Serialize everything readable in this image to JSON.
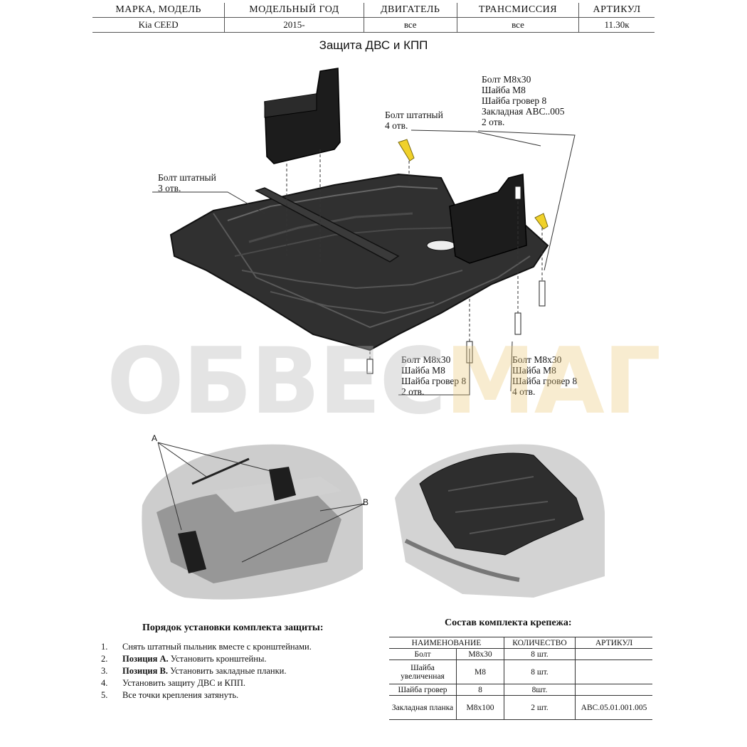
{
  "header": {
    "columns": [
      "МАРКА, МОДЕЛЬ",
      "МОДЕЛЬНЫЙ ГОД",
      "ДВИГАТЕЛЬ",
      "ТРАНСМИССИЯ",
      "АРТИКУЛ"
    ],
    "values": [
      "Kia CEED",
      "2015-",
      "все",
      "все",
      "11.30к"
    ]
  },
  "title": "Защита ДВС и КПП",
  "callouts": {
    "top_right": [
      "Болт М8х30",
      "Шайба М8",
      "Шайба гровер 8",
      "Закладная АВС..005",
      "2 отв."
    ],
    "top_mid": [
      "Болт штатный",
      "4 отв."
    ],
    "left": [
      "Болт штатный",
      "3 отв."
    ],
    "bottom_mid": [
      "Болт М8х30",
      "Шайба М8",
      "Шайба гровер 8",
      "2 отв."
    ],
    "bottom_right": [
      "Болт М8х30",
      "Шайба М8",
      "Шайба гровер 8",
      "4 отв."
    ]
  },
  "watermark": {
    "part1": "ОБВЕС",
    "part2": "МАГ"
  },
  "photo_labels": {
    "a": "A",
    "b": "B"
  },
  "procedure": {
    "title": "Порядок установки комплекта защиты:",
    "steps": [
      {
        "num": "1.",
        "bold": "",
        "text": "Снять штатный пыльник вместе с кронштейнами."
      },
      {
        "num": "2.",
        "bold": "Позиция А.",
        "text": " Установить кронштейны."
      },
      {
        "num": "3.",
        "bold": "Позиция В.",
        "text": " Установить закладные планки."
      },
      {
        "num": "4.",
        "bold": "",
        "text": "Установить защиту ДВС и КПП."
      },
      {
        "num": "5.",
        "bold": "",
        "text": "Все точки крепления затянуть."
      }
    ]
  },
  "kit": {
    "title": "Состав комплекта крепежа:",
    "headers": [
      "НАИМЕНОВАНИЕ",
      "КОЛИЧЕСТВО",
      "АРТИКУЛ"
    ],
    "rows": [
      {
        "name": "Болт",
        "size": "М8х30",
        "qty": "8 шт.",
        "art": ""
      },
      {
        "name": "Шайба увеличенная",
        "size": "М8",
        "qty": "8 шт.",
        "art": ""
      },
      {
        "name": "Шайба гровер",
        "size": "8",
        "qty": "8шт.",
        "art": ""
      },
      {
        "name": "Закладная планка",
        "size": "М8х100",
        "qty": "2 шт.",
        "art": "АВС.05.01.001.005"
      }
    ]
  },
  "colors": {
    "plate": "#2e2e2e",
    "plate_edge": "#111111",
    "bracket": "#1a1a1a",
    "bolt_yellow": "#f0d12a",
    "photo_gray": "#9a9a9a"
  }
}
